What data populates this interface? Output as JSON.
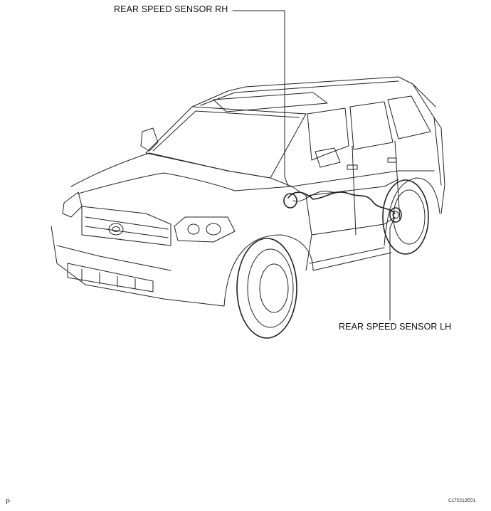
{
  "labels": {
    "rear_speed_sensor_rh": "REAR SPEED SENSOR RH",
    "rear_speed_sensor_lh": "REAR SPEED SENSOR LH"
  },
  "footer": {
    "page_code": "P",
    "figure_id": "C172212E01"
  },
  "colors": {
    "line": "#222222",
    "background": "#ffffff"
  },
  "icons": {
    "vehicle": "suv-line-drawing-icon",
    "emblem": "toyota-emblem-icon"
  }
}
